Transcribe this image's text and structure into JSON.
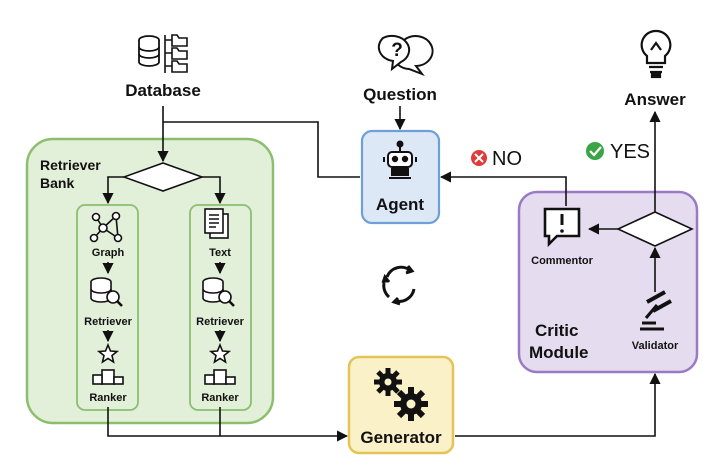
{
  "labels": {
    "database": "Database",
    "question": "Question",
    "answer": "Answer",
    "retriever_bank_line1": "Retriever",
    "retriever_bank_line2": "Bank",
    "agent": "Agent",
    "no": "NO",
    "yes": "YES",
    "commentor": "Commentor",
    "critic_line1": "Critic",
    "critic_line2": "Module",
    "validator": "Validator",
    "generator": "Generator",
    "graph": "Graph",
    "text": "Text",
    "retriever_left": "Retriever",
    "retriever_right": "Retriever",
    "ranker_left": "Ranker",
    "ranker_right": "Ranker"
  },
  "colors": {
    "retriever_bank_fill": "#e2efd9",
    "retriever_bank_border": "#8bbf6e",
    "agent_fill": "#dde8f6",
    "agent_border": "#6f9fd8",
    "critic_fill": "#e6dcef",
    "critic_border": "#9b79c4",
    "generator_fill": "#fbf1c9",
    "generator_border": "#e3c456",
    "no_red": "#e03b3b",
    "yes_green": "#3aa447"
  },
  "icons": [
    "database-icon",
    "folder-tree-icon",
    "question-bubble-icon",
    "lightbulb-icon",
    "robot-icon",
    "graph-network-icon",
    "text-document-icon",
    "database-search-icon",
    "star-podium-icon",
    "alert-comment-icon",
    "gavel-icon",
    "gears-icon",
    "cycle-arrows-icon",
    "x-circle-icon",
    "check-circle-icon"
  ]
}
